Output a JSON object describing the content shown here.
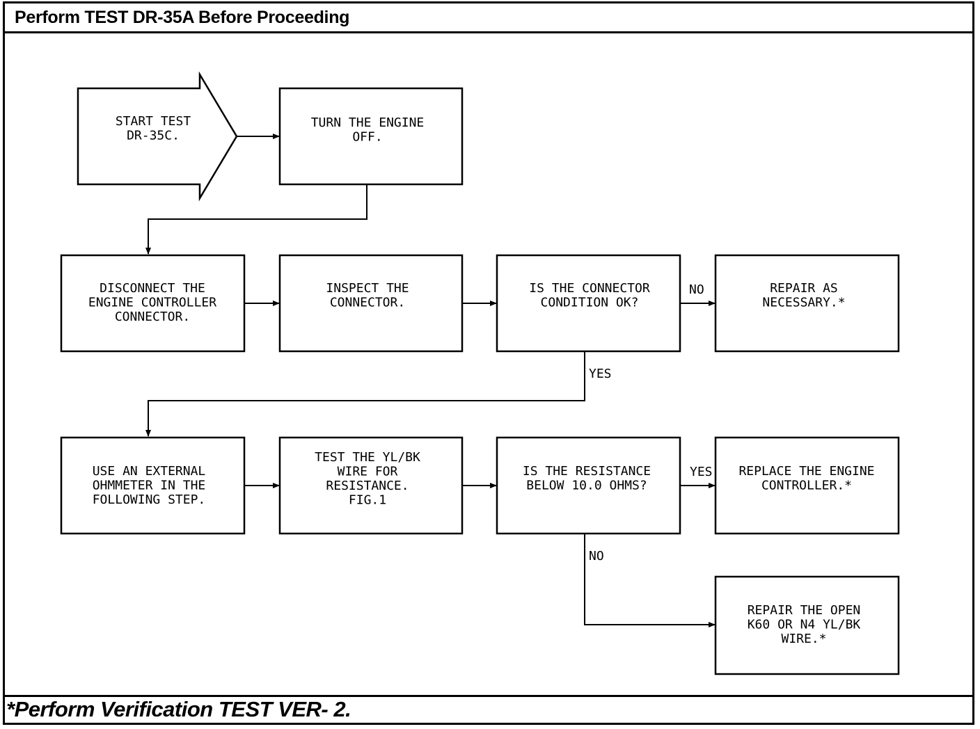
{
  "header": {
    "title": "Perform TEST DR-35A Before Proceeding"
  },
  "footer": {
    "note": "*Perform Verification TEST VER- 2."
  },
  "nodes": {
    "start": {
      "lines": [
        "START TEST",
        "DR-35C."
      ]
    },
    "turn_off": {
      "lines": [
        "TURN THE ENGINE",
        "OFF."
      ]
    },
    "disconnect": {
      "lines": [
        "DISCONNECT THE",
        "ENGINE CONTROLLER",
        "CONNECTOR."
      ]
    },
    "inspect": {
      "lines": [
        "INSPECT THE",
        "CONNECTOR."
      ]
    },
    "condition_ok": {
      "lines": [
        "IS THE CONNECTOR",
        "CONDITION OK?"
      ]
    },
    "repair_necessary": {
      "lines": [
        "REPAIR AS",
        "NECESSARY.*"
      ]
    },
    "use_ohmmeter": {
      "lines": [
        "USE AN EXTERNAL",
        "OHMMETER IN THE",
        "FOLLOWING STEP."
      ]
    },
    "test_wire": {
      "lines": [
        "TEST THE YL/BK",
        "WIRE FOR",
        "RESISTANCE.",
        "",
        "FIG.1"
      ]
    },
    "resistance_below": {
      "lines": [
        "IS THE RESISTANCE",
        "BELOW 10.0 OHMS?"
      ]
    },
    "replace_controller": {
      "lines": [
        "REPLACE THE ENGINE",
        "CONTROLLER.*"
      ]
    },
    "repair_open": {
      "lines": [
        "REPAIR THE OPEN",
        "K60 OR N4 YL/BK",
        "WIRE.*"
      ]
    }
  },
  "edge_labels": {
    "condition_no": "NO",
    "condition_yes": "YES",
    "resistance_yes": "YES",
    "resistance_no": "NO"
  }
}
